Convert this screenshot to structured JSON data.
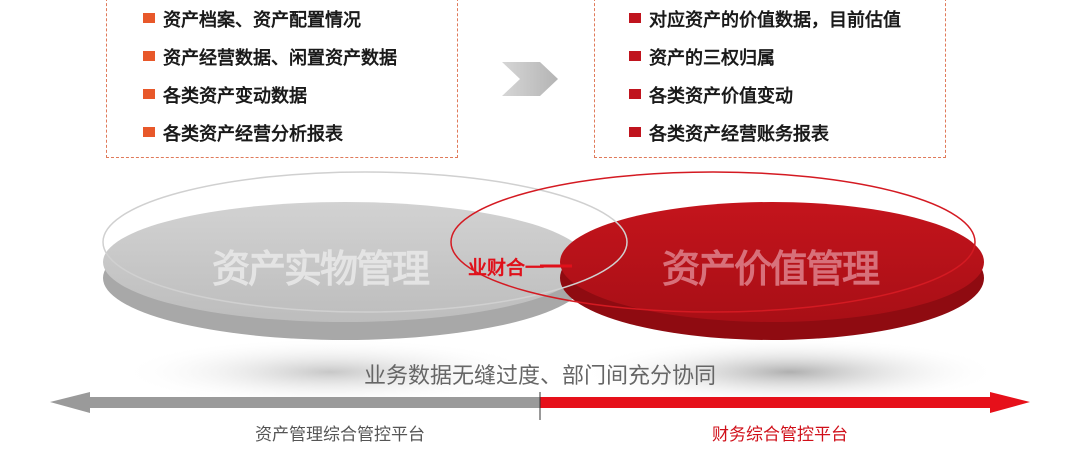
{
  "left_box": {
    "items": [
      "资产档案、资产配置情况",
      "资产经营数据、闲置资产数据",
      "各类资产变动数据",
      "各类资产经营分析报表"
    ]
  },
  "right_box": {
    "items": [
      "对应资产的价值数据，目前估值",
      "资产的三权归属",
      "各类资产价值变动",
      "各类资产经营账务报表"
    ]
  },
  "ellipses": {
    "left_title": "资产实物管理",
    "right_title": "资产价值管理",
    "overlap_label": "业财合一"
  },
  "caption": "业务数据无缝过度、部门间充分协同",
  "platforms": {
    "left": "资产管理综合管控平台",
    "right": "财务综合管控平台"
  },
  "colors": {
    "left_bullet": "#e8582a",
    "right_bullet": "#c0141e",
    "gray_ellipse": "#c4c4c4",
    "red_ellipse": "#b5121b",
    "overlap_text": "#e0101a"
  }
}
